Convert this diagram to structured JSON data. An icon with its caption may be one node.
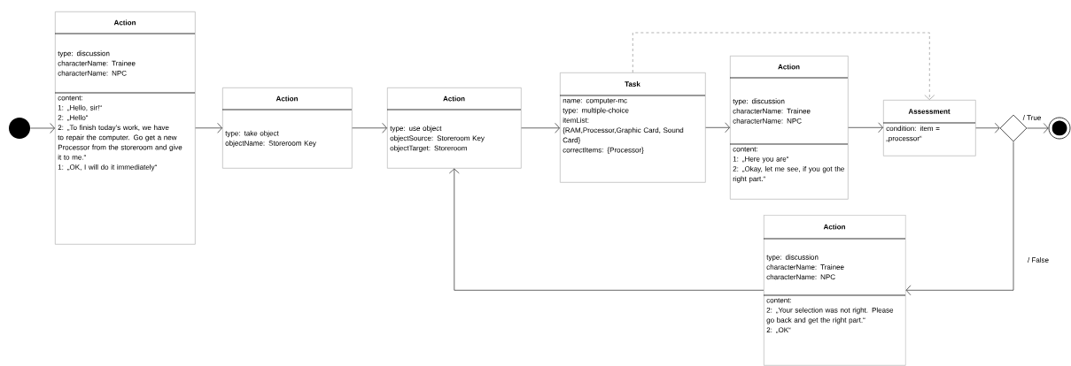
{
  "diagram": {
    "nodes": [
      {
        "text": [],
        "shape": "circle"
      },
      {
        "text": [
          "Action",
          "type: discussion",
          "characterName: Trainee",
          "characterName: NPC",
          "content:",
          "1: „Hello, sir!“",
          "2: „Hello“",
          "2: „To finish today’s work, we have to repair the computer. Go get a new Processor from the storeroom and give it to me.“",
          "1: „OK, I will do it immediately“"
        ]
      },
      {
        "text": [
          "Action",
          "type: take object",
          "objectName: Storeroom Key"
        ]
      },
      {
        "text": [
          "Action",
          "type: use object",
          "objectSource: Storeroom Key",
          "objectTarget: Storeroom"
        ]
      },
      {
        "text": [
          "Task",
          "name: computer-mc",
          "type: multiple-choice",
          "itemList:",
          "{RAM,Processor,Graphic Card, Sound Card}",
          "correctItems: {Processor}"
        ]
      },
      {
        "text": [
          "Action",
          "type: discussion",
          "characterName: Trainee",
          "characterName: NPC",
          "content:",
          "1: „Here you are“",
          "2: „Okay, let me see, if you got the right part.“"
        ]
      },
      {
        "text": [
          "Assessment",
          "condition: item = „processor“"
        ]
      },
      {
        "text": [],
        "shape": "diamond"
      },
      {
        "text": [],
        "shape": "circle"
      },
      {
        "text": [
          "Action",
          "type: discussion",
          "characterName: Trainee",
          "characterName: NPC",
          "content:",
          "2: „Your selection was not right. Please go back and get the right part.“",
          "2: „OK“"
        ]
      }
    ],
    "edges": [
      {
        "from": 0,
        "to": 1,
        "arrow": "to"
      },
      {
        "from": 1,
        "to": 2,
        "arrow": "to"
      },
      {
        "from": 2,
        "to": 3,
        "arrow": "to"
      },
      {
        "from": 3,
        "to": 4,
        "arrow": "to"
      },
      {
        "from": 4,
        "to": 5,
        "arrow": "to"
      },
      {
        "from": 5,
        "to": 6,
        "arrow": "to"
      },
      {
        "from": 6,
        "to": 7,
        "arrow": "to"
      },
      {
        "from": 7,
        "to": 8,
        "arrow": "to",
        "label": "/ True"
      },
      {
        "from": 7,
        "to": 9,
        "arrow": "to",
        "label": "/ False"
      },
      {
        "from": 9,
        "to": 3,
        "arrow": "to"
      },
      {
        "from": 4,
        "to": 6,
        "arrow": "to",
        "style": "dashed",
        "color": "#7f7f7f"
      }
    ]
  }
}
